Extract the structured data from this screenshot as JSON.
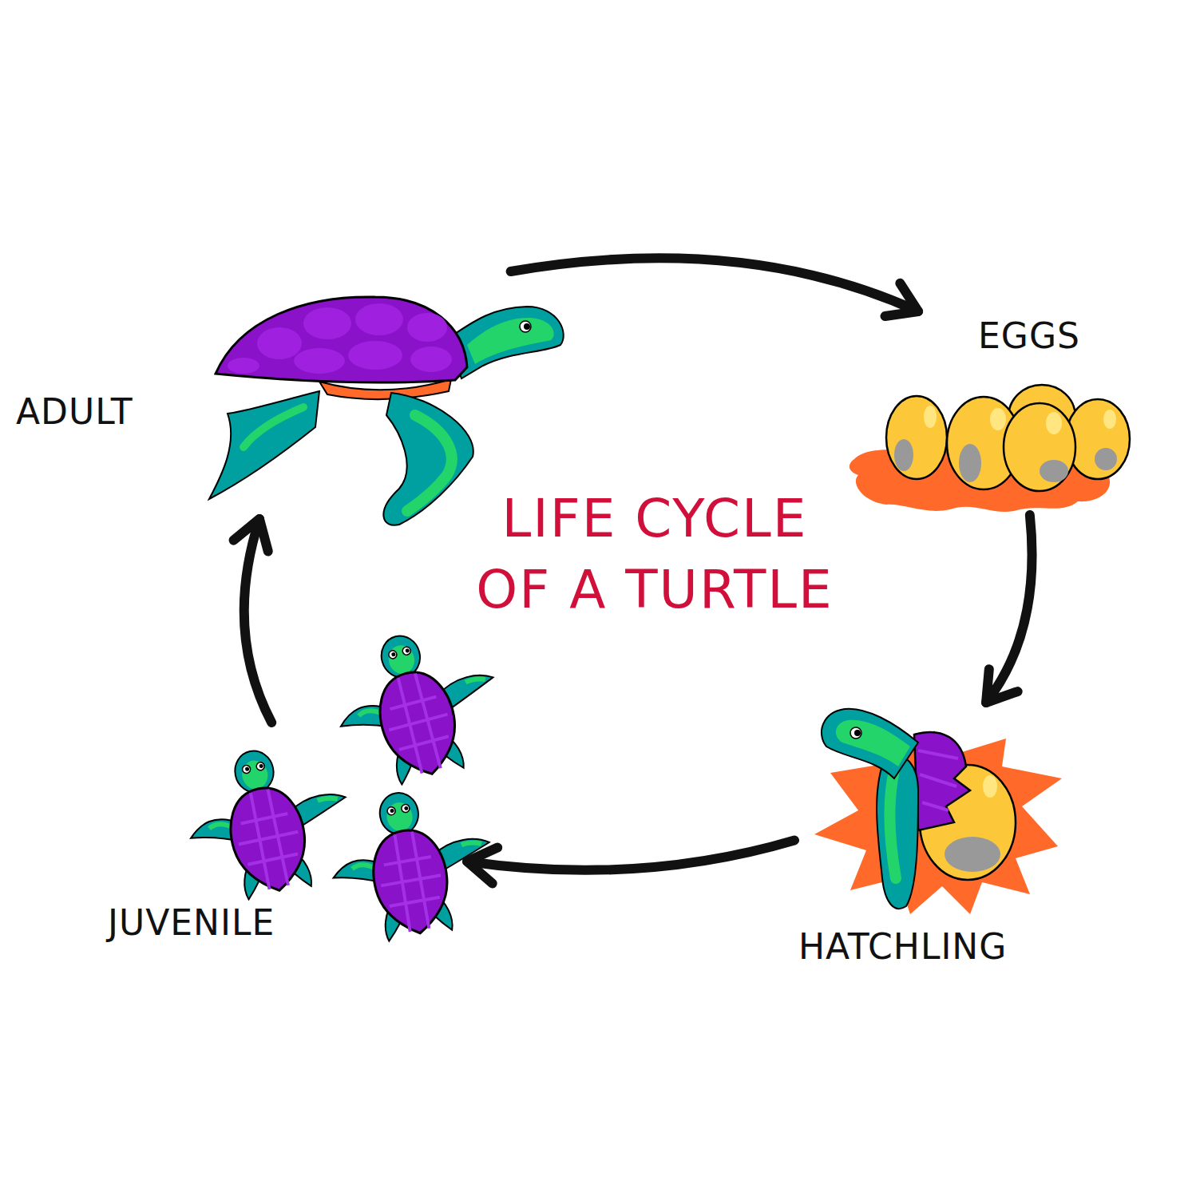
{
  "diagram": {
    "title": "LIFE CYCLE OF A TURTLE",
    "nodes": [
      {
        "text": [
          "ADULT"
        ]
      },
      {
        "text": [
          "EGGS"
        ]
      },
      {
        "text": [
          "HATCHLING"
        ]
      },
      {
        "text": [
          "JUVENILE"
        ]
      }
    ],
    "edges": [
      {
        "from": 0,
        "to": 1,
        "arrow": "to"
      },
      {
        "from": 1,
        "to": 2,
        "arrow": "to"
      },
      {
        "from": 2,
        "to": 3,
        "arrow": "to"
      },
      {
        "from": 3,
        "to": 0,
        "arrow": "to"
      }
    ]
  }
}
